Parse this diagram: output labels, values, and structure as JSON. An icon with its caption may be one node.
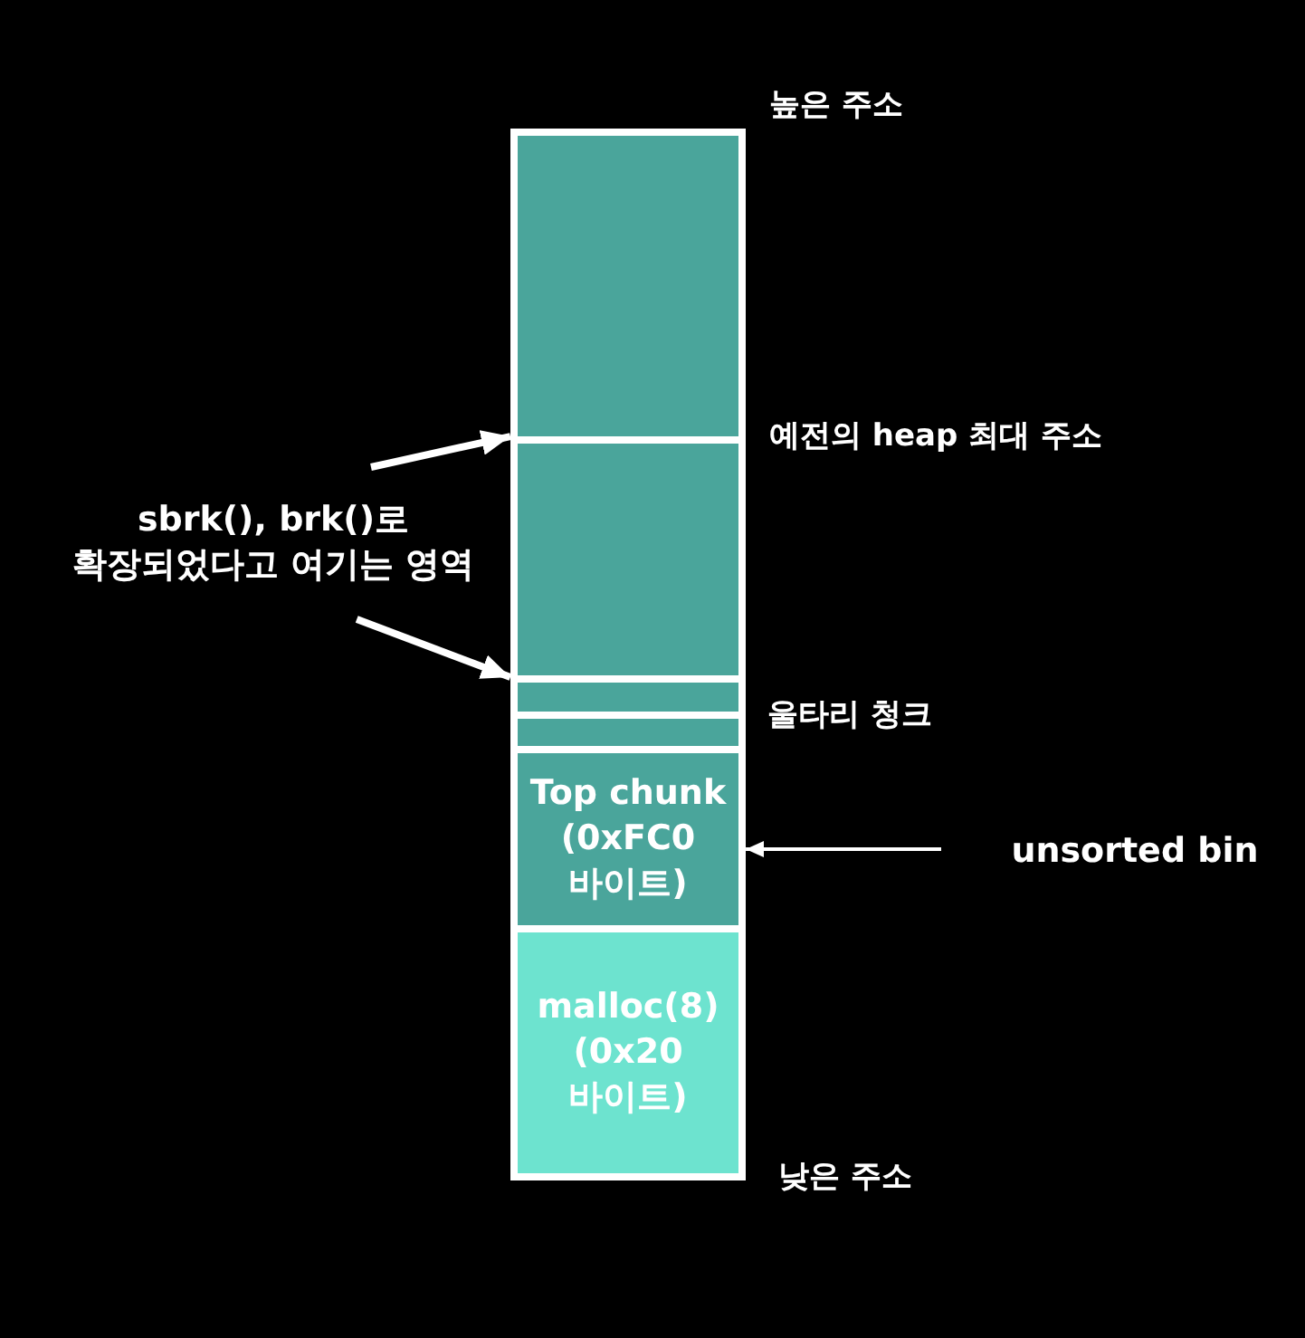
{
  "diagram": {
    "nodes": [
      {
        "text": [],
        "shape": "box"
      },
      {
        "text": [
          "sbrk(), brk()로 확장되었다고 여기는 영역"
        ]
      },
      {
        "text": [],
        "shape": "box"
      },
      {
        "text": [],
        "shape": "box"
      },
      {
        "text": [],
        "shape": "box"
      },
      {
        "text": [
          "Top chunk (0xFC0 바이트)"
        ]
      },
      {
        "text": [
          "unsorted bin"
        ]
      },
      {
        "text": [
          "malloc(8) (0x20 바이트)"
        ]
      }
    ],
    "edges": [
      {
        "from": 1,
        "to": 2,
        "arrow": "to"
      },
      {
        "from": 1,
        "to": 2,
        "arrow": "to"
      },
      {
        "from": 6,
        "to": 5,
        "arrow": "to"
      }
    ],
    "labels": [
      "높은 주소",
      "예전의 heap 최대 주소",
      "울타리 청크",
      "낮은 주소"
    ]
  }
}
